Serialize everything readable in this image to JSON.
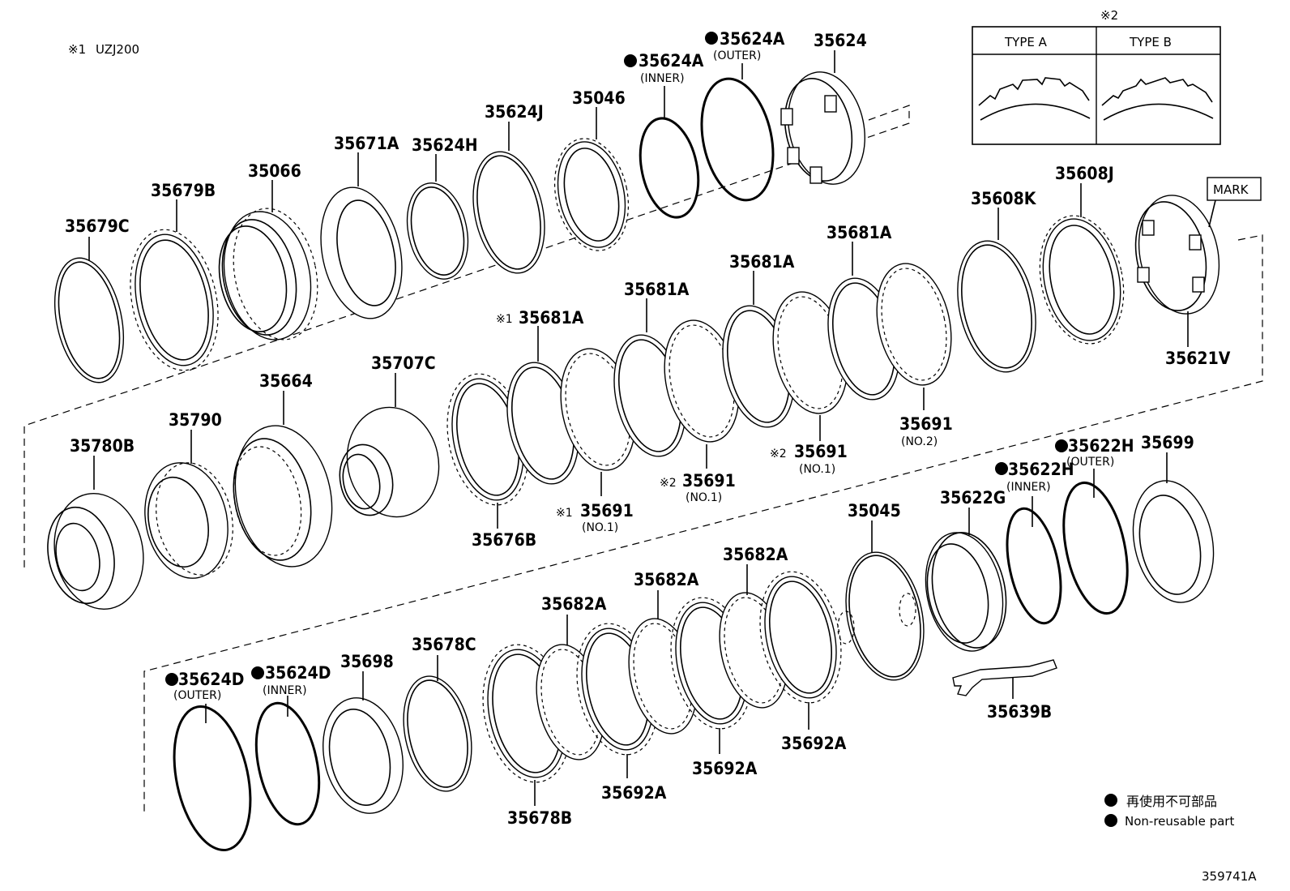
{
  "header": {
    "note_mark": "※1",
    "note_text": "UZJ200",
    "inset_mark": "※2",
    "inset_col_a": "TYPE A",
    "inset_col_b": "TYPE B",
    "mark_label": "MARK"
  },
  "parts": {
    "p35679C": "35679C",
    "p35679B": "35679B",
    "p35066": "35066",
    "p35671A": "35671A",
    "p35624H": "35624H",
    "p35624J": "35624J",
    "p35046": "35046",
    "p35624A_inner": "35624A",
    "p35624A_outer": "35624A",
    "p35624": "35624",
    "p35608K": "35608K",
    "p35608J": "35608J",
    "p35621V": "35621V",
    "p35681A_1": "35681A",
    "p35681A_2": "35681A",
    "p35681A_3": "35681A",
    "p35681A_4": "35681A",
    "p35780B": "35780B",
    "p35790": "35790",
    "p35664": "35664",
    "p35707C": "35707C",
    "p35676B": "35676B",
    "p35691_a": "35691",
    "p35691_b": "35691",
    "p35691_c": "35691",
    "p35691_d": "35691",
    "p35622H_inner": "35622H",
    "p35622H_outer": "35622H",
    "p35699": "35699",
    "p35045": "35045",
    "p35622G": "35622G",
    "p35639B": "35639B",
    "p35682A_1": "35682A",
    "p35682A_2": "35682A",
    "p35682A_3": "35682A",
    "p35692A_1": "35692A",
    "p35692A_2": "35692A",
    "p35692A_3": "35692A",
    "p35624D_outer": "35624D",
    "p35624D_inner": "35624D",
    "p35698": "35698",
    "p35678C": "35678C",
    "p35678B": "35678B"
  },
  "sublabels": {
    "inner": "(INNER)",
    "outer": "(OUTER)",
    "no1": "(NO.1)",
    "no2": "(NO.2)",
    "mark1": "※1",
    "mark2": "※2"
  },
  "legend": {
    "jp": "再使用不可部品",
    "en": "Non-reusable part"
  },
  "diagram_id": "359741A"
}
